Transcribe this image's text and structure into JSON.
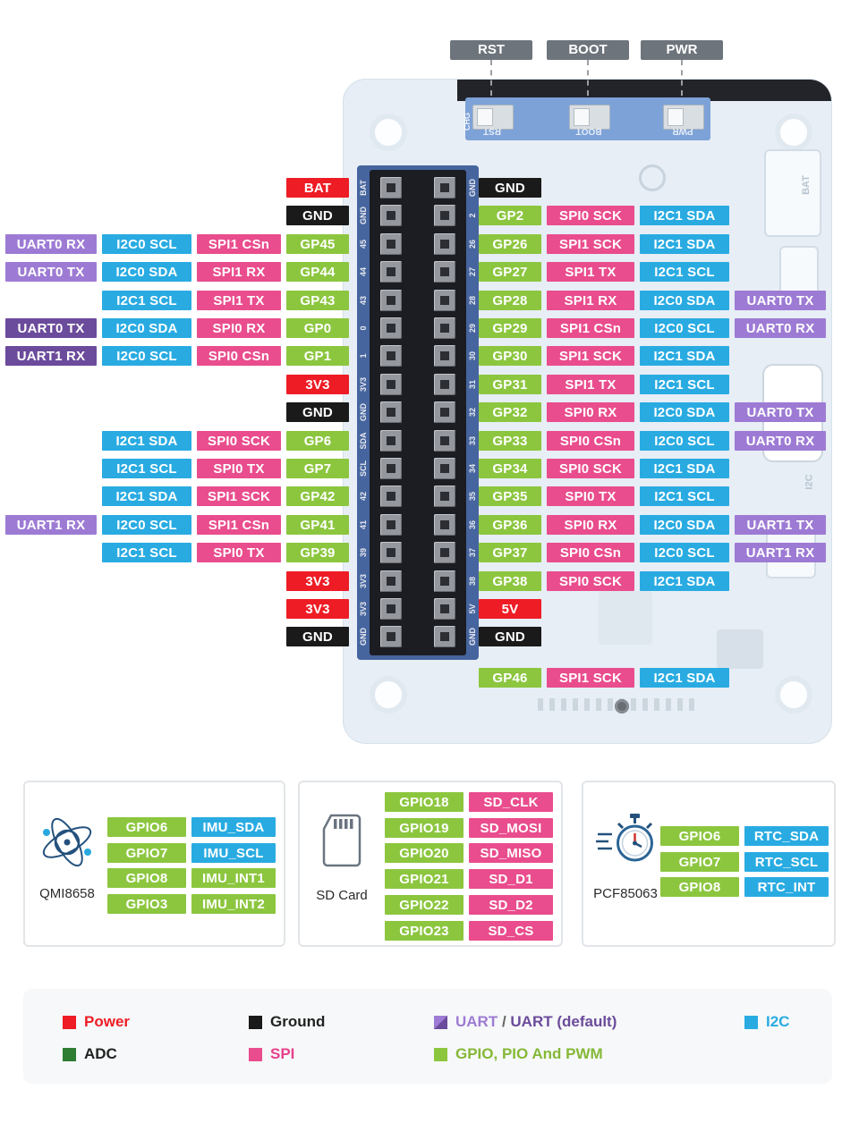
{
  "buttons": [
    {
      "label": "RST"
    },
    {
      "label": "BOOT"
    },
    {
      "label": "PWR"
    }
  ],
  "board": {
    "silkscreen": {
      "chg": "CHG",
      "rst": "RST",
      "boot": "BOOT",
      "pwr": "PWR",
      "bat": "BAT",
      "i2c": "I2C"
    }
  },
  "colors": {
    "power": "#ee1c25",
    "ground": "#1a1a1a",
    "uart": "#9d7bd4",
    "uart_default": "#6b4b9b",
    "i2c": "#29abe2",
    "spi": "#e94d8d",
    "gpio": "#8cc63f",
    "adc": "#2e7d32"
  },
  "header_pins": {
    "left": [
      "BAT",
      "GND",
      "45",
      "44",
      "43",
      "0",
      "1",
      "3V3",
      "GND",
      "SDA",
      "SCL",
      "42",
      "41",
      "39",
      "3V3",
      "3V3",
      "GND"
    ],
    "right": [
      "GND",
      "2",
      "26",
      "27",
      "28",
      "29",
      "30",
      "31",
      "32",
      "33",
      "34",
      "35",
      "36",
      "37",
      "38",
      "5V",
      "GND"
    ]
  },
  "pin_rows": {
    "left": [
      {
        "pin": "BAT",
        "pin_type": "power",
        "funcs": []
      },
      {
        "pin": "GND",
        "pin_type": "ground",
        "funcs": []
      },
      {
        "pin": "GP45",
        "pin_type": "gpio",
        "funcs": [
          {
            "label": "UART0 RX",
            "type": "uart"
          },
          {
            "label": "I2C0 SCL",
            "type": "i2c"
          },
          {
            "label": "SPI1 CSn",
            "type": "spi"
          }
        ]
      },
      {
        "pin": "GP44",
        "pin_type": "gpio",
        "funcs": [
          {
            "label": "UART0 TX",
            "type": "uart"
          },
          {
            "label": "I2C0 SDA",
            "type": "i2c"
          },
          {
            "label": "SPI1 RX",
            "type": "spi"
          }
        ]
      },
      {
        "pin": "GP43",
        "pin_type": "gpio",
        "funcs": [
          {
            "label": "I2C1 SCL",
            "type": "i2c"
          },
          {
            "label": "SPI1 TX",
            "type": "spi"
          }
        ]
      },
      {
        "pin": "GP0",
        "pin_type": "gpio",
        "funcs": [
          {
            "label": "UART0 TX",
            "type": "uart_default"
          },
          {
            "label": "I2C0 SDA",
            "type": "i2c"
          },
          {
            "label": "SPI0 RX",
            "type": "spi"
          }
        ]
      },
      {
        "pin": "GP1",
        "pin_type": "gpio",
        "funcs": [
          {
            "label": "UART1 RX",
            "type": "uart_default"
          },
          {
            "label": "I2C0 SCL",
            "type": "i2c"
          },
          {
            "label": "SPI0 CSn",
            "type": "spi"
          }
        ]
      },
      {
        "pin": "3V3",
        "pin_type": "power",
        "funcs": []
      },
      {
        "pin": "GND",
        "pin_type": "ground",
        "funcs": []
      },
      {
        "pin": "GP6",
        "pin_type": "gpio",
        "funcs": [
          {
            "label": "I2C1 SDA",
            "type": "i2c"
          },
          {
            "label": "SPI0 SCK",
            "type": "spi"
          }
        ]
      },
      {
        "pin": "GP7",
        "pin_type": "gpio",
        "funcs": [
          {
            "label": "I2C1 SCL",
            "type": "i2c"
          },
          {
            "label": "SPI0 TX",
            "type": "spi"
          }
        ]
      },
      {
        "pin": "GP42",
        "pin_type": "gpio",
        "funcs": [
          {
            "label": "I2C1 SDA",
            "type": "i2c"
          },
          {
            "label": "SPI1 SCK",
            "type": "spi"
          }
        ]
      },
      {
        "pin": "GP41",
        "pin_type": "gpio",
        "funcs": [
          {
            "label": "UART1 RX",
            "type": "uart"
          },
          {
            "label": "I2C0 SCL",
            "type": "i2c"
          },
          {
            "label": "SPI1 CSn",
            "type": "spi"
          }
        ]
      },
      {
        "pin": "GP39",
        "pin_type": "gpio",
        "funcs": [
          {
            "label": "I2C1 SCL",
            "type": "i2c"
          },
          {
            "label": "SPI0 TX",
            "type": "spi"
          }
        ]
      },
      {
        "pin": "3V3",
        "pin_type": "power",
        "funcs": []
      },
      {
        "pin": "3V3",
        "pin_type": "power",
        "funcs": []
      },
      {
        "pin": "GND",
        "pin_type": "ground",
        "funcs": []
      }
    ],
    "right": [
      {
        "pin": "GND",
        "pin_type": "ground",
        "funcs": []
      },
      {
        "pin": "GP2",
        "pin_type": "gpio",
        "funcs": [
          {
            "label": "SPI0 SCK",
            "type": "spi"
          },
          {
            "label": "I2C1 SDA",
            "type": "i2c"
          }
        ]
      },
      {
        "pin": "GP26",
        "pin_type": "gpio",
        "funcs": [
          {
            "label": "SPI1 SCK",
            "type": "spi"
          },
          {
            "label": "I2C1 SDA",
            "type": "i2c"
          }
        ]
      },
      {
        "pin": "GP27",
        "pin_type": "gpio",
        "funcs": [
          {
            "label": "SPI1 TX",
            "type": "spi"
          },
          {
            "label": "I2C1 SCL",
            "type": "i2c"
          }
        ]
      },
      {
        "pin": "GP28",
        "pin_type": "gpio",
        "funcs": [
          {
            "label": "SPI1 RX",
            "type": "spi"
          },
          {
            "label": "I2C0 SDA",
            "type": "i2c"
          },
          {
            "label": "UART0 TX",
            "type": "uart"
          }
        ]
      },
      {
        "pin": "GP29",
        "pin_type": "gpio",
        "funcs": [
          {
            "label": "SPI1 CSn",
            "type": "spi"
          },
          {
            "label": "I2C0 SCL",
            "type": "i2c"
          },
          {
            "label": "UART0 RX",
            "type": "uart"
          }
        ]
      },
      {
        "pin": "GP30",
        "pin_type": "gpio",
        "funcs": [
          {
            "label": "SPI1 SCK",
            "type": "spi"
          },
          {
            "label": "I2C1 SDA",
            "type": "i2c"
          }
        ]
      },
      {
        "pin": "GP31",
        "pin_type": "gpio",
        "funcs": [
          {
            "label": "SPI1 TX",
            "type": "spi"
          },
          {
            "label": "I2C1 SCL",
            "type": "i2c"
          }
        ]
      },
      {
        "pin": "GP32",
        "pin_type": "gpio",
        "funcs": [
          {
            "label": "SPI0 RX",
            "type": "spi"
          },
          {
            "label": "I2C0 SDA",
            "type": "i2c"
          },
          {
            "label": "UART0 TX",
            "type": "uart"
          }
        ]
      },
      {
        "pin": "GP33",
        "pin_type": "gpio",
        "funcs": [
          {
            "label": "SPI0 CSn",
            "type": "spi"
          },
          {
            "label": "I2C0 SCL",
            "type": "i2c"
          },
          {
            "label": "UART0 RX",
            "type": "uart"
          }
        ]
      },
      {
        "pin": "GP34",
        "pin_type": "gpio",
        "funcs": [
          {
            "label": "SPI0 SCK",
            "type": "spi"
          },
          {
            "label": "I2C1 SDA",
            "type": "i2c"
          }
        ]
      },
      {
        "pin": "GP35",
        "pin_type": "gpio",
        "funcs": [
          {
            "label": "SPI0 TX",
            "type": "spi"
          },
          {
            "label": "I2C1 SCL",
            "type": "i2c"
          }
        ]
      },
      {
        "pin": "GP36",
        "pin_type": "gpio",
        "funcs": [
          {
            "label": "SPI0 RX",
            "type": "spi"
          },
          {
            "label": "I2C0 SDA",
            "type": "i2c"
          },
          {
            "label": "UART1 TX",
            "type": "uart"
          }
        ]
      },
      {
        "pin": "GP37",
        "pin_type": "gpio",
        "funcs": [
          {
            "label": "SPI0 CSn",
            "type": "spi"
          },
          {
            "label": "I2C0 SCL",
            "type": "i2c"
          },
          {
            "label": "UART1 RX",
            "type": "uart"
          }
        ]
      },
      {
        "pin": "GP38",
        "pin_type": "gpio",
        "funcs": [
          {
            "label": "SPI0 SCK",
            "type": "spi"
          },
          {
            "label": "I2C1 SDA",
            "type": "i2c"
          }
        ]
      },
      {
        "pin": "5V",
        "pin_type": "power",
        "funcs": []
      },
      {
        "pin": "GND",
        "pin_type": "ground",
        "funcs": []
      }
    ],
    "bottom": [
      {
        "pin": "GP46",
        "pin_type": "gpio",
        "funcs": [
          {
            "label": "SPI1 SCK",
            "type": "spi"
          },
          {
            "label": "I2C1 SDA",
            "type": "i2c"
          }
        ]
      }
    ]
  },
  "modules": [
    {
      "name": "QMI8658",
      "icon": "imu-gyroscope-icon",
      "rows": [
        {
          "gpio": "GPIO6",
          "signal": "IMU_SDA",
          "type": "i2c"
        },
        {
          "gpio": "GPIO7",
          "signal": "IMU_SCL",
          "type": "i2c"
        },
        {
          "gpio": "GPIO8",
          "signal": "IMU_INT1",
          "type": "gpio"
        },
        {
          "gpio": "GPIO3",
          "signal": "IMU_INT2",
          "type": "gpio"
        }
      ]
    },
    {
      "name": "SD Card",
      "icon": "sd-card-icon",
      "rows": [
        {
          "gpio": "GPIO18",
          "signal": "SD_CLK",
          "type": "spi"
        },
        {
          "gpio": "GPIO19",
          "signal": "SD_MOSI",
          "type": "spi"
        },
        {
          "gpio": "GPIO20",
          "signal": "SD_MISO",
          "type": "spi"
        },
        {
          "gpio": "GPIO21",
          "signal": "SD_D1",
          "type": "spi"
        },
        {
          "gpio": "GPIO22",
          "signal": "SD_D2",
          "type": "spi"
        },
        {
          "gpio": "GPIO23",
          "signal": "SD_CS",
          "type": "spi"
        }
      ]
    },
    {
      "name": "PCF85063",
      "icon": "rtc-stopwatch-icon",
      "rows": [
        {
          "gpio": "GPIO6",
          "signal": "RTC_SDA",
          "type": "i2c"
        },
        {
          "gpio": "GPIO7",
          "signal": "RTC_SCL",
          "type": "i2c"
        },
        {
          "gpio": "GPIO8",
          "signal": "RTC_INT",
          "type": "i2c"
        }
      ]
    }
  ],
  "legend": {
    "rows": [
      [
        {
          "label": "Power",
          "type": "power"
        },
        {
          "label": "Ground",
          "type": "ground"
        },
        {
          "label": "UART / UART (default)",
          "type": "uart_combo",
          "parts": [
            {
              "text": "UART",
              "type": "uart"
            },
            {
              "text": " / ",
              "type": "plain"
            },
            {
              "text": "UART",
              "type": "uart_default"
            },
            {
              "text": " (default)",
              "type": "uart_default"
            }
          ]
        },
        {
          "label": "I2C",
          "type": "i2c"
        }
      ],
      [
        {
          "label": "ADC",
          "type": "adc"
        },
        {
          "label": "SPI",
          "type": "spi"
        },
        {
          "label": "GPIO, PIO And PWM",
          "type": "gpio"
        }
      ]
    ]
  }
}
